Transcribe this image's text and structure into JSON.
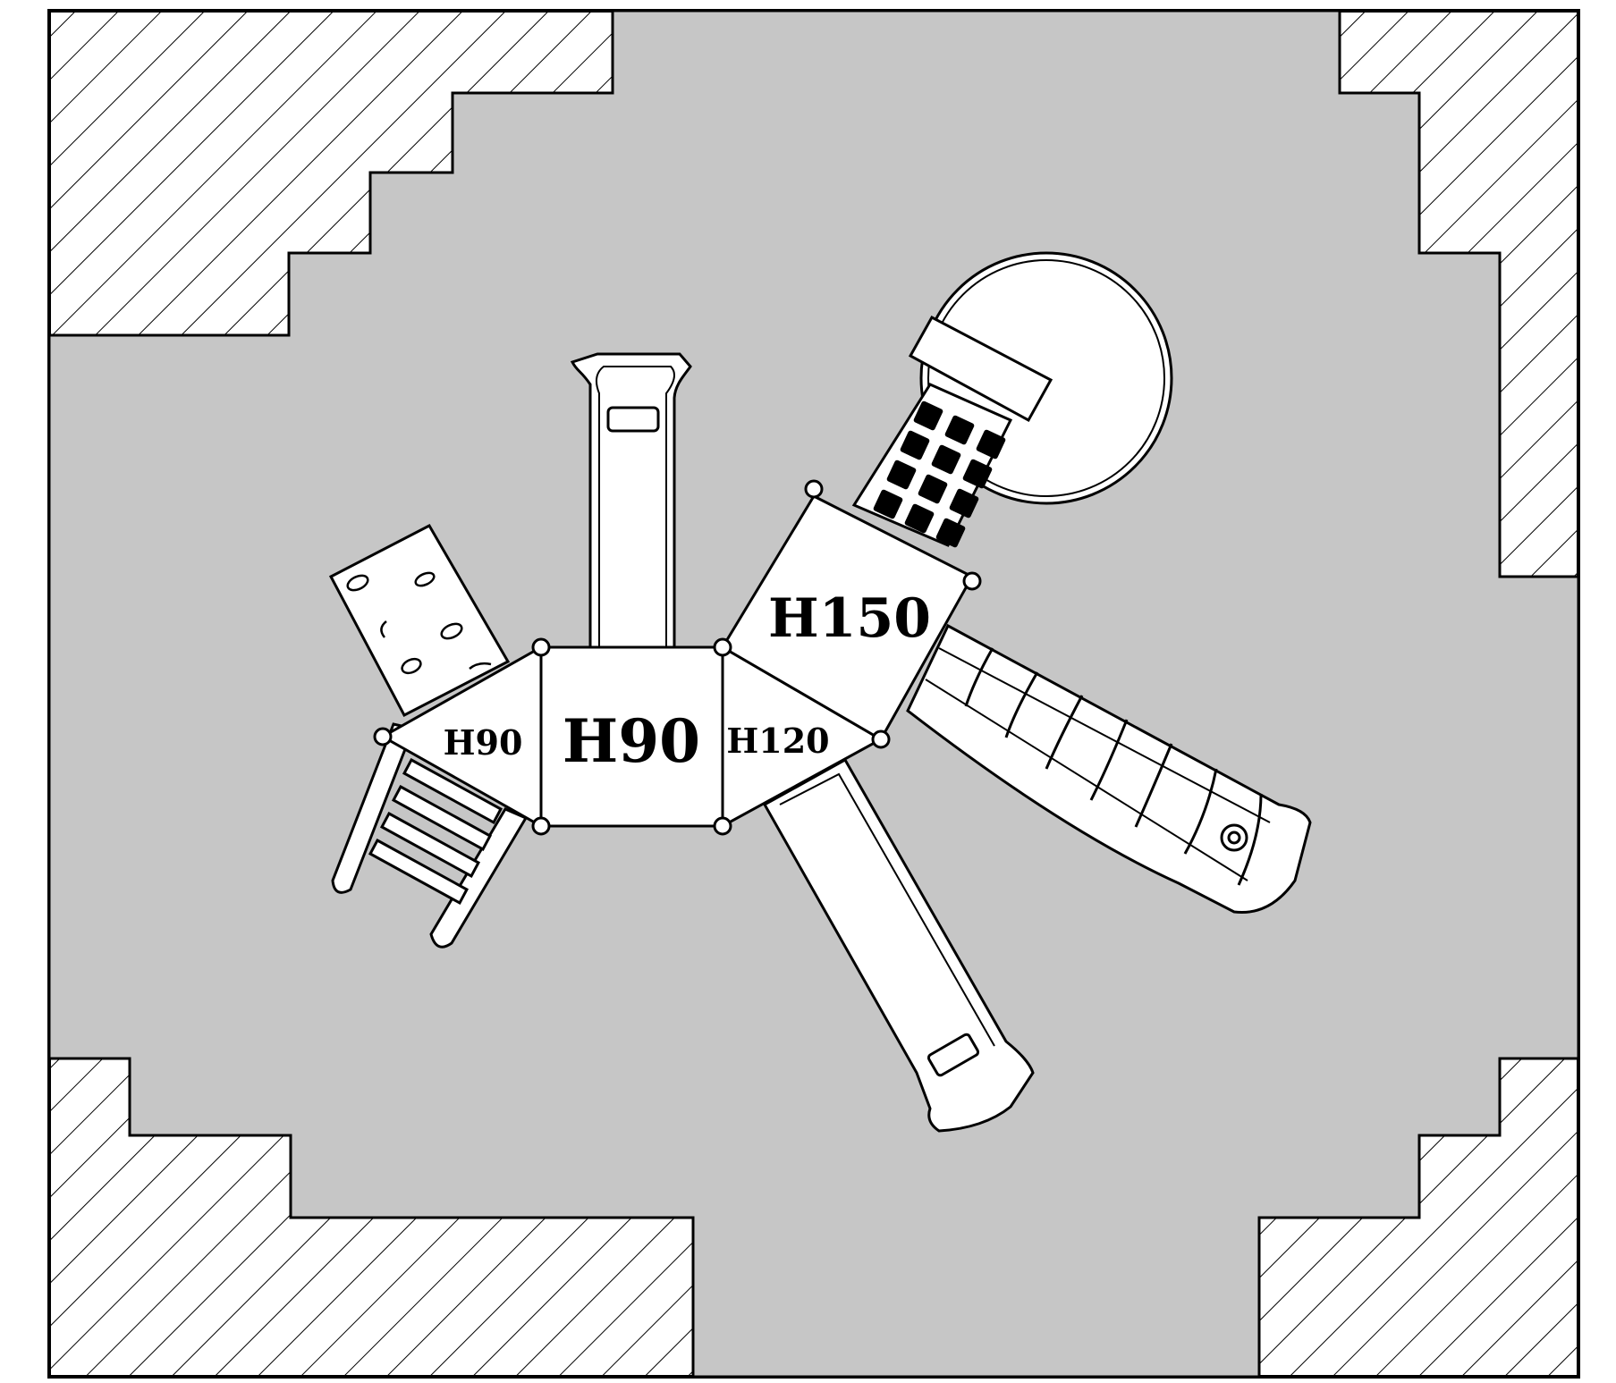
{
  "platforms": {
    "left_triangle": "H90",
    "center_square": "H90",
    "right_triangle": "H120",
    "tower": "H150"
  },
  "colors": {
    "safety_surface": "#c6c6c6",
    "equipment_fill": "#ffffff",
    "outline": "#000000",
    "hatch": "#000000"
  },
  "icons": {
    "climbing_wall": "rock-climbing-wall-icon",
    "ladder": "ladder-icon",
    "tube_slide": "tube-slide-icon",
    "net_climber": "net-climber-icon",
    "round_deck": "round-deck-icon"
  }
}
